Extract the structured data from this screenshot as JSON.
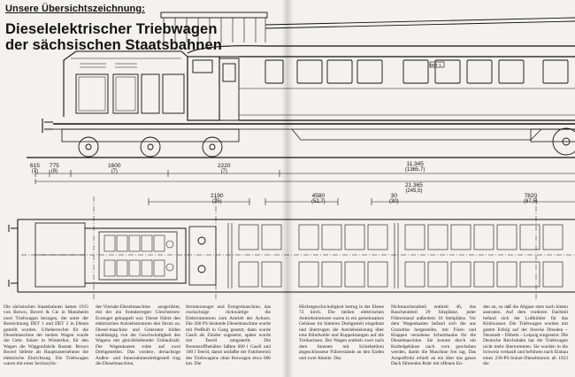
{
  "header": {
    "kicker": "Unsere Übersichtszeichnung:",
    "title_line1": "Dieselelektrischer Triebwagen",
    "title_line2": "der sächsischen Staatsbahnen"
  },
  "vehicle_marking": "DET 1",
  "dimensions": {
    "d615": {
      "main": "615",
      "sub": "(7)"
    },
    "d775": {
      "main": "775",
      "sub": "(9)"
    },
    "d1600": {
      "main": "1600",
      "sub": "(7)"
    },
    "d2220": {
      "main": "2220",
      "sub": "(7)"
    },
    "d11345": {
      "main": "11.345",
      "sub": "(1365,7)"
    },
    "d21365": {
      "main": "21.365",
      "sub": "(245,5)"
    },
    "d2190": {
      "main": "2190",
      "sub": "(25)"
    },
    "d4580": {
      "main": "4580",
      "sub": "(52,7)"
    },
    "d30": {
      "main": "30",
      "sub": "(30)"
    },
    "d7820": {
      "main": "7820",
      "sub": "(87,5)"
    }
  },
  "columns": [
    "Die sächsischen Staatsbahnen hatten 1915 von Brown, Boveri & Cie in Mannheim zwei Triebwagen bezogen, die unter der Bezeichnung DET 1 und DET 2 in Dienst gestellt wurden. Urheberrechte für die Dieselmaschine der beiden Wagen wurde die Gebr. Sulzer in Winterthur, für den Wagen die Waggonfabrik Rastatt. Brown Boveri lieferte als Hauptunternehmer die elektrische Einrichtung.\nDie Triebwagen waren mit einer Sechszylin-",
    "der-Viertakt-Dieselmaschine ausgerüstet, mit der ein fremderregter Gleichstrom-Erzeuger gekuppelt war. Dieser führte den elektrischen Antriebsmotoren den Strom zu. Diesel-maschine und Generator bilden unabhängig von der Geschwindigkeit des Wagens mit gleichbleibender Umlaufzahl. Der Wagenkasten ruhte auf zwei Drehgestellen. Das vordere, dreiachsige Außen- und Innenrahmendrehgestell trug die Dieselmaschine,",
    "Stromerzeuger und Erregermaschine, das zweiachsige rückwärtige die Elektromotoren zum Antrieb der Achsen.\nDie 200 PS leistende Dieselmaschine wurde mit Preßluft in Gang gesetzt, dann wurde Gasöl als Zünder zugesetzt, später wurde mit Teeröl umgestellt. Die Brennstoffbehälter faßten 600 l Gasöl und 100 l Teeröl, damit umfaßte der Fahrbereich des Triebwagens ohne Beiwagen etwa 600 km. Die",
    "Höchstgeschwindigkeit betrug in der Ebene 72 km/h. Die beiden elektrischen Antriebsmotoren waren in ein gemeinsames Gehäuse im hinteren Drehgestell eingebaut und übertrugen die Antriebsleistung über eine Blindwelle und Kuppelstangen auf die Treibachsen.\nDer Wagen enthielt zwei nach dem Innenen mit Schiebetüren abgeschlossene Führerstände an den Enden und zwei Abteile. Das",
    "Nichtraucherabteil enthielt 46, das Raucherabteil 29 Sitzplätze, jeder Führerstand außerdem 10 Stehplätze. Vor dem Wagenkasten befand sich die aus Grundriss hergestellte, mit Türen und Klappen versehene Schutzhaube für die Dieselmaschine. Sie konnte durch ein Kurbelgehäuse nach vorn geschoben werden, damit die Maschine frei lag. Das Auspuffrohr erhielt an ein über das ganze Dach führendes Rohr mit offenen En-",
    "den an, so daß die Abgase stets nach hinten austraten. Auf dem vorderen Dachteil befand sich der Luftkühler für das Kühlwasser.\nDie Triebwagen wurden mit gutem Erfolg auf der Strecke Dresden – Neustadt – Döbeln – Leipzig eingesetzt. Die Deutsche Reichsbahn hat die Triebwagen nicht mehr übernommen. Sie wurden in die Schweiz verkauft und befuhren nach Einbau eines 230-PS-Sulzer-Dieselmotors ab 1923 die"
  ]
}
